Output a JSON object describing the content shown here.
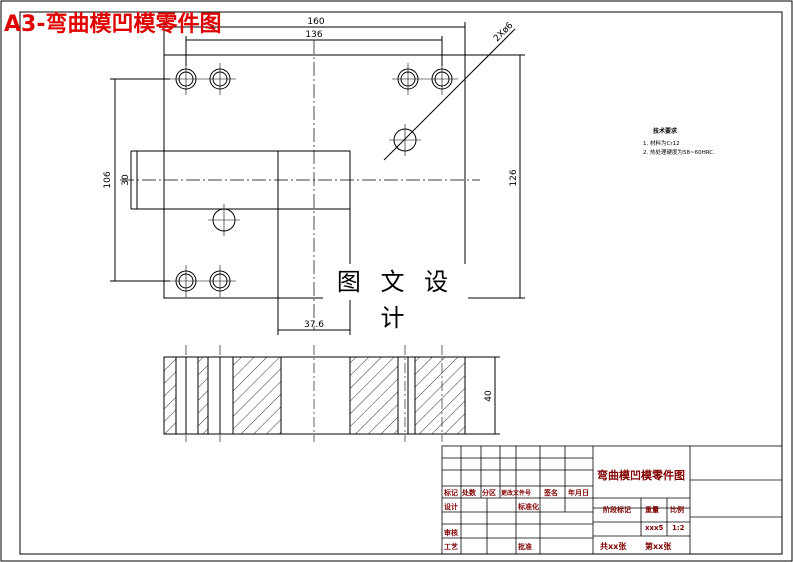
{
  "title": "A3-弯曲模凹模零件图",
  "watermark": "图 文 设 计",
  "dims": {
    "w160": "160",
    "w136": "136",
    "holes": "2Xø6",
    "h106": "106",
    "h30": "30",
    "h126": "126",
    "w37": "37.6",
    "h40": "40"
  },
  "notes": {
    "title": "技术要求",
    "line1": "1. 材料为Cr12",
    "line2": "2. 热处理硬度为58~60HRC."
  },
  "titleblock": {
    "part_name": "弯曲模凹模零件图",
    "mark": "标记",
    "count": "处数",
    "zone": "分区",
    "change_doc": "更改文件号",
    "sign": "签名",
    "date": "年月日",
    "design": "设计",
    "standard": "标准化",
    "review": "审核",
    "process": "工艺",
    "approve": "批准",
    "stage_mark": "阶段标记",
    "weight": "重量",
    "scale": "比例",
    "weight_val": "xxx5",
    "scale_val": "1:2",
    "sheets": "共xx张",
    "sheet_no": "第xx张"
  },
  "colors": {
    "banner": "#e00000",
    "title_text": "#800000"
  }
}
